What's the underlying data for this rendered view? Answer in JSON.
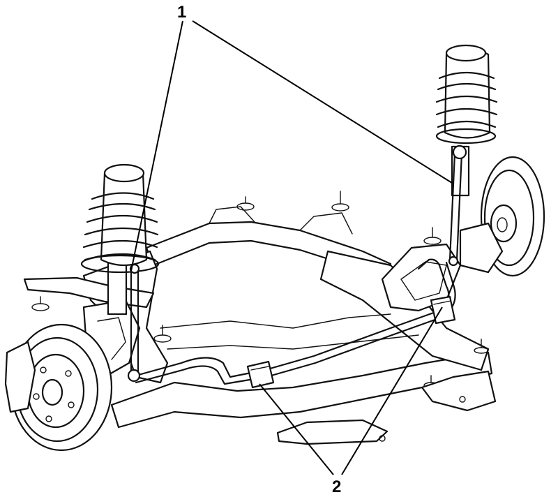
{
  "callouts": [
    {
      "id": "1",
      "label": "1"
    },
    {
      "id": "2",
      "label": "2"
    }
  ],
  "colors": {
    "ink": "#111111",
    "background": "#ffffff"
  }
}
